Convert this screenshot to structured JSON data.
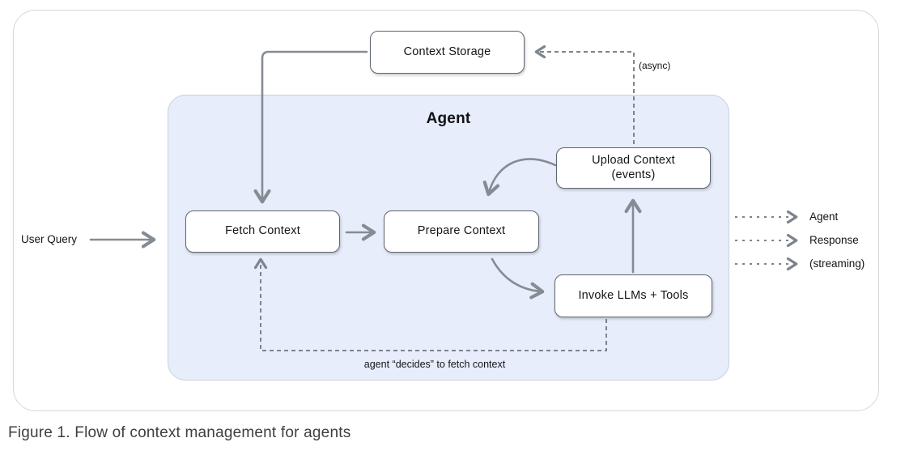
{
  "diagram": {
    "agent_group_label": "Agent",
    "nodes": {
      "context_storage": "Context Storage",
      "fetch_context": "Fetch Context",
      "prepare_context": "Prepare Context",
      "upload_context_line1": "Upload Context",
      "upload_context_line2": "(events)",
      "invoke_llms": "Invoke LLMs + Tools"
    },
    "labels": {
      "user_query": "User Query",
      "async_note": "(async)",
      "decides_note": "agent “decides” to fetch context",
      "output_line1": "Agent",
      "output_line2": "Response",
      "output_line3": "(streaming)"
    },
    "caption": "Figure 1. Flow of context management for agents",
    "colors": {
      "agent_fill": "#e7edfb",
      "solid_arrow": "#858c94",
      "dashed_arrow": "#7d848c",
      "node_border": "#5e666f",
      "outer_border": "#d4d7db"
    }
  }
}
